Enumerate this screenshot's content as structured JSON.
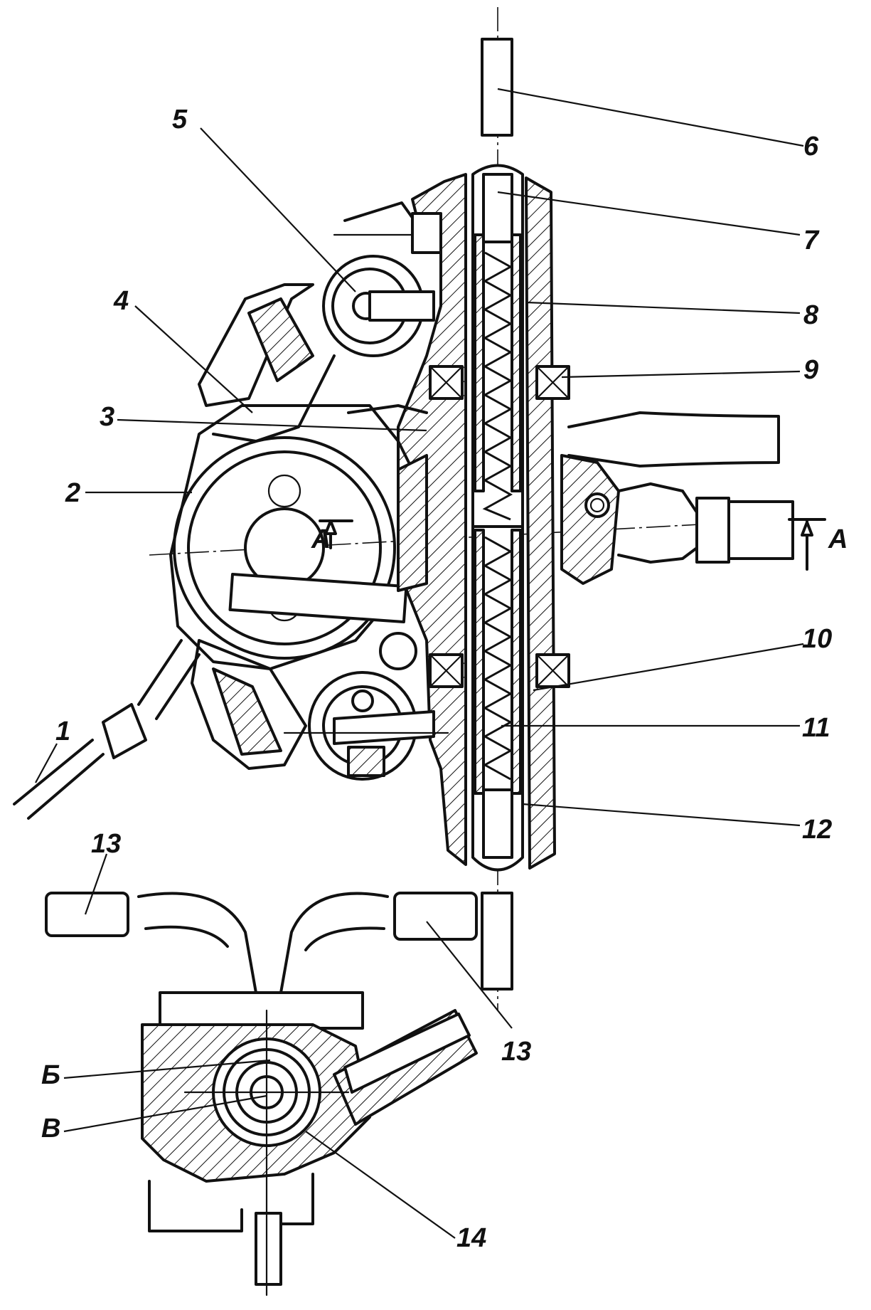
{
  "callouts": {
    "c1": "1",
    "c2": "2",
    "c3": "3",
    "c4": "4",
    "c5": "5",
    "c6": "6",
    "c7": "7",
    "c8": "8",
    "c9": "9",
    "c10": "10",
    "c11": "11",
    "c12": "12",
    "c13a": "13",
    "c13b": "13",
    "c14": "14",
    "cB": "Б",
    "cV": "В"
  },
  "section_marks": {
    "left": "А",
    "right": "А"
  }
}
